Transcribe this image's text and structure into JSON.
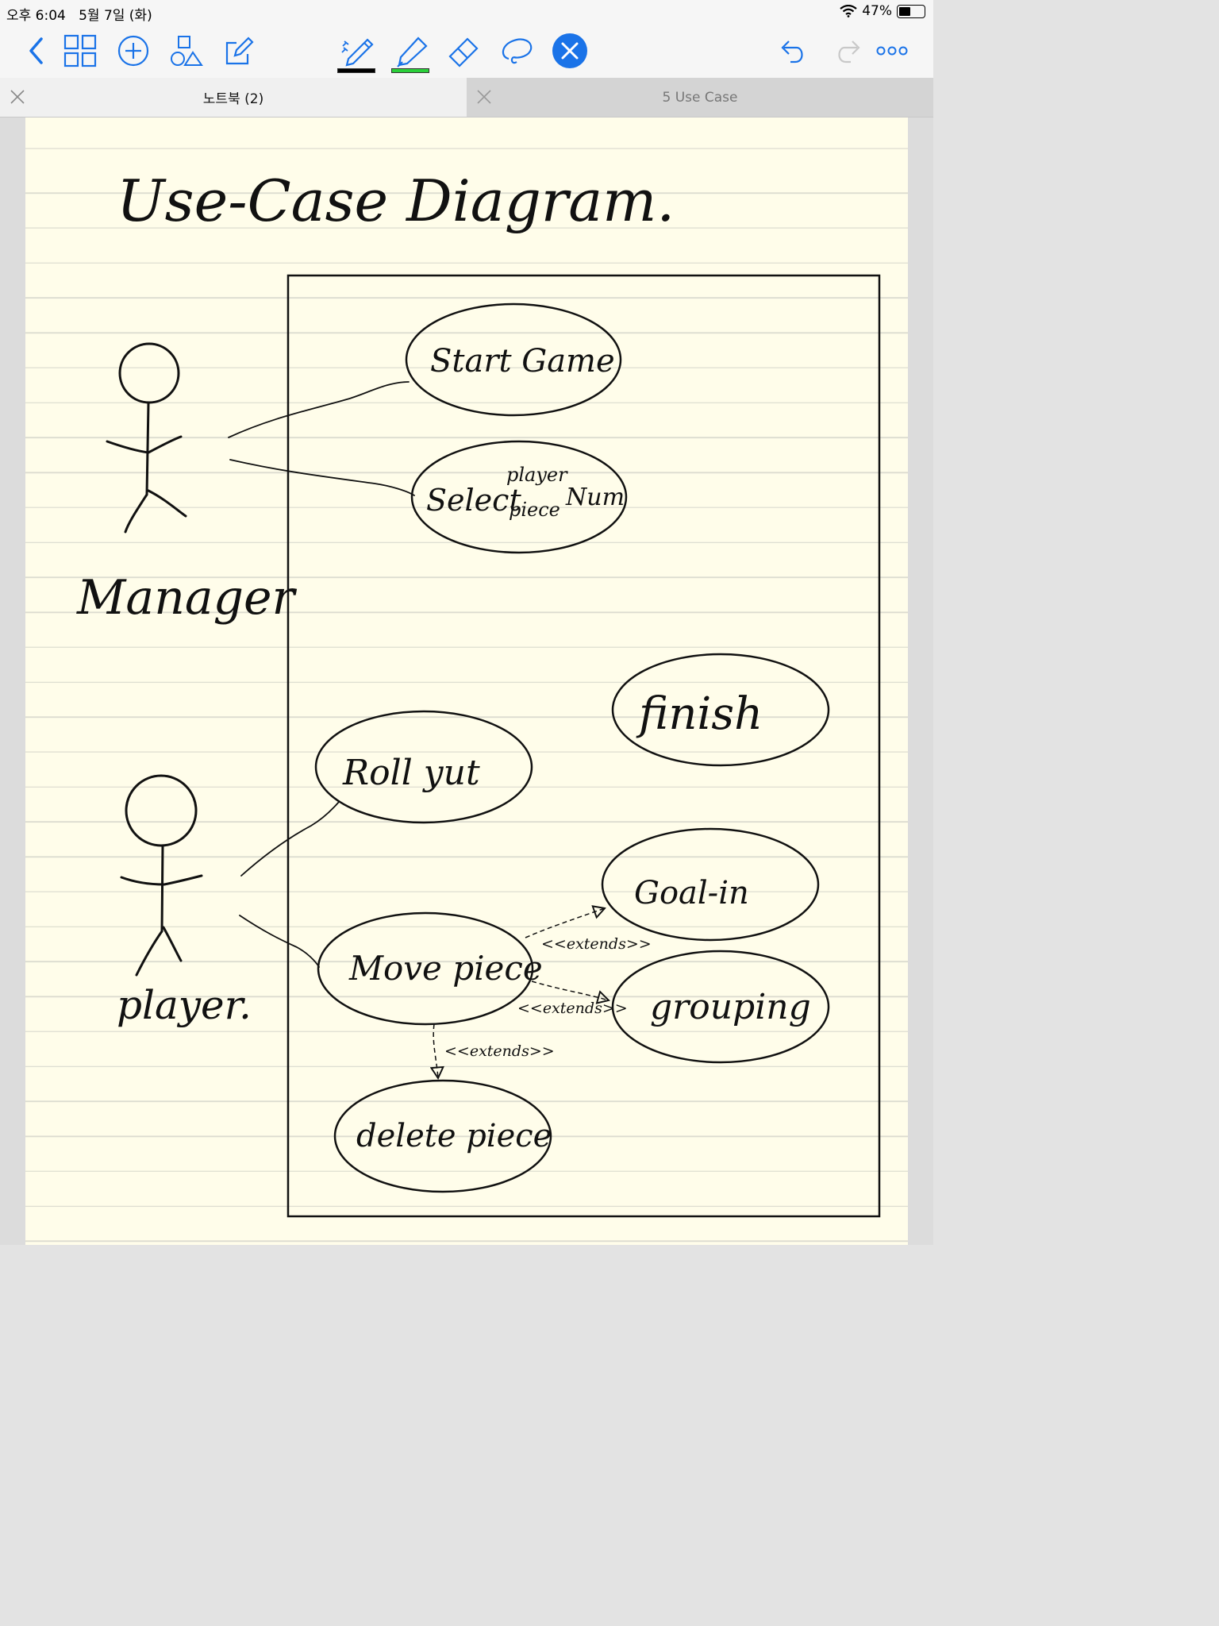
{
  "status_bar": {
    "time": "오후 6:04",
    "date": "5월 7일 (화)",
    "battery_percent": "47%",
    "battery_level": 0.47
  },
  "toolbar": {
    "accent_color": "#1a73e8",
    "icons": [
      "back-chevron-icon",
      "thumbnails-grid-icon",
      "add-circle-icon",
      "shapes-icon",
      "compose-icon",
      "pen-icon",
      "highlighter-icon",
      "eraser-icon",
      "lasso-icon",
      "close-tool-icon",
      "undo-icon",
      "redo-icon",
      "more-icon"
    ],
    "pen_color": "#000000",
    "highlighter_color": "#2ad03a"
  },
  "tabs": [
    {
      "label": "노트북 (2)",
      "active": true
    },
    {
      "label": "5 Use Case",
      "active": false
    }
  ],
  "note": {
    "title": "Use-Case Diagram.",
    "actors": [
      {
        "label": "Manager"
      },
      {
        "label": "player."
      }
    ],
    "use_cases": {
      "start_game": "Start Game",
      "select_1": "Select",
      "select_2": "player",
      "select_3": "piece",
      "select_4": "Num",
      "finish": "finish",
      "roll_yut": "Roll yut",
      "goal_in": "Goal-in",
      "move_piece": "Move piece",
      "grouping": "grouping",
      "delete_piece": "delete piece"
    },
    "extends_label": "<<extends>>"
  }
}
